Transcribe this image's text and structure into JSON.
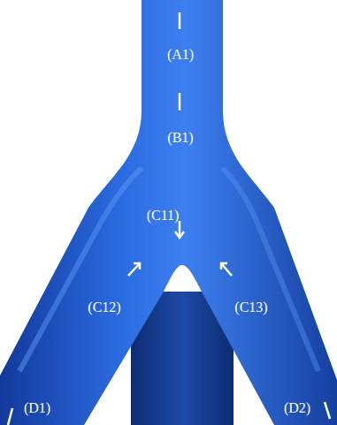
{
  "diagram": {
    "labels": [
      "(A1)",
      "(B1)",
      "(C11)",
      "(C12)",
      "(C13)",
      "(D1)",
      "(D2)"
    ]
  }
}
